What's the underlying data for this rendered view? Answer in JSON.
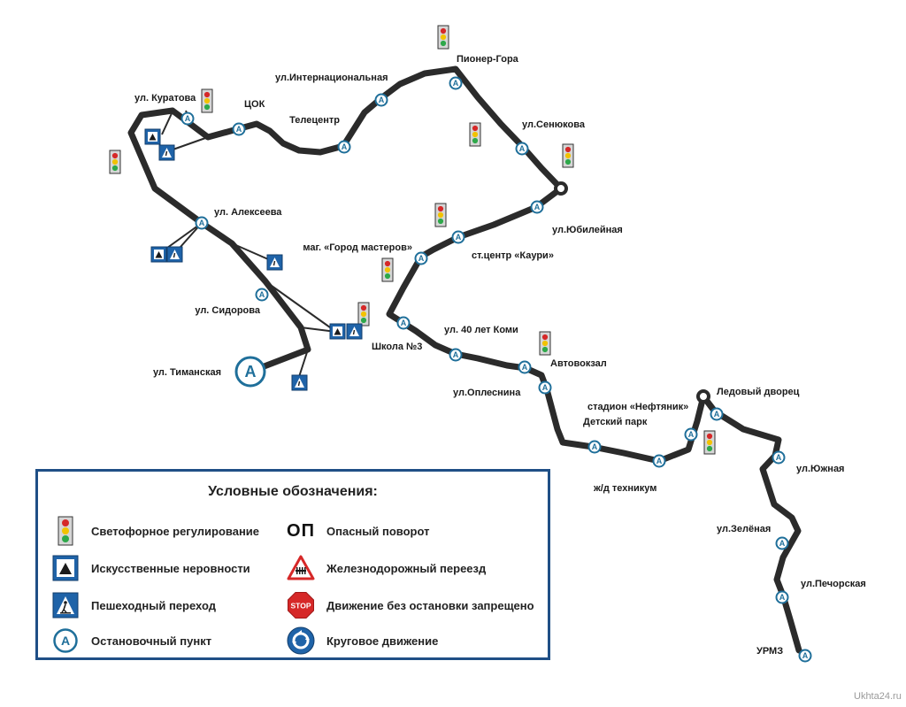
{
  "stops": [
    {
      "name": "ul-timanskaya",
      "label": "ул. Тиманская"
    },
    {
      "name": "ul-sidorova",
      "label": "ул. Сидорова"
    },
    {
      "name": "ul-alekseeva",
      "label": "ул. Алексеева"
    },
    {
      "name": "ul-kuratova",
      "label": "ул. Куратова"
    },
    {
      "name": "tsok",
      "label": "ЦОК"
    },
    {
      "name": "telecentr",
      "label": "Телецентр"
    },
    {
      "name": "ul-internatsionalnaya",
      "label": "ул.Интернациональная"
    },
    {
      "name": "pioner-gora",
      "label": "Пионер-Гора"
    },
    {
      "name": "ul-senyukova",
      "label": "ул.Сенюкова"
    },
    {
      "name": "ul-yubileynaya",
      "label": "ул.Юбилейная"
    },
    {
      "name": "st-tsentr-kauri",
      "label": "ст.центр «Каури»"
    },
    {
      "name": "mag-gorod-masterov",
      "label": "маг. «Город мастеров»"
    },
    {
      "name": "shkola-3",
      "label": "Школа №3"
    },
    {
      "name": "ul-40-let-komi",
      "label": "ул. 40 лет Коми"
    },
    {
      "name": "ul-oplesnina",
      "label": "ул.Оплеснина"
    },
    {
      "name": "avtovokzal",
      "label": "Автовокзал"
    },
    {
      "name": "detsky-park",
      "label": "Детский парк"
    },
    {
      "name": "stadion-neftyanik",
      "label": "стадион «Нефтяник»"
    },
    {
      "name": "zhd-tekhnikum",
      "label": "ж/д техникум"
    },
    {
      "name": "ledovy-dvorets",
      "label": "Ледовый дворец"
    },
    {
      "name": "ul-yuzhnaya",
      "label": "ул.Южная"
    },
    {
      "name": "ul-zelenaya",
      "label": "ул.Зелёная"
    },
    {
      "name": "ul-pechorskaya",
      "label": "ул.Печорская"
    },
    {
      "name": "urmz",
      "label": "УРМЗ"
    }
  ],
  "stop_letter": "А",
  "legend": {
    "title": "Условные обозначения:",
    "items": [
      {
        "icon": "traffic-light-icon",
        "label": "Светофорное регулирование"
      },
      {
        "icon": "speed-bump-sign-icon",
        "label": "Искусственные неровности"
      },
      {
        "icon": "pedestrian-crossing-sign-icon",
        "label": "Пешеходный переход"
      },
      {
        "icon": "bus-stop-icon",
        "label": "Остановочный пункт"
      },
      {
        "icon": "dangerous-turn-icon",
        "symbol": "ОП",
        "label": "Опасный поворот"
      },
      {
        "icon": "railway-crossing-sign-icon",
        "label": "Железнодорожный переезд"
      },
      {
        "icon": "stop-sign-icon",
        "symbol": "STOP",
        "label": "Движение без остановки запрещено"
      },
      {
        "icon": "roundabout-sign-icon",
        "label": "Круговое движение"
      }
    ]
  },
  "watermark": "Ukhta24.ru",
  "colors": {
    "route": "#2b2b2b",
    "stop": "#1f6f9a",
    "sign_blue": "#1f63a8",
    "legend_border": "#1f4f86",
    "stop_sign_red": "#d62828"
  }
}
